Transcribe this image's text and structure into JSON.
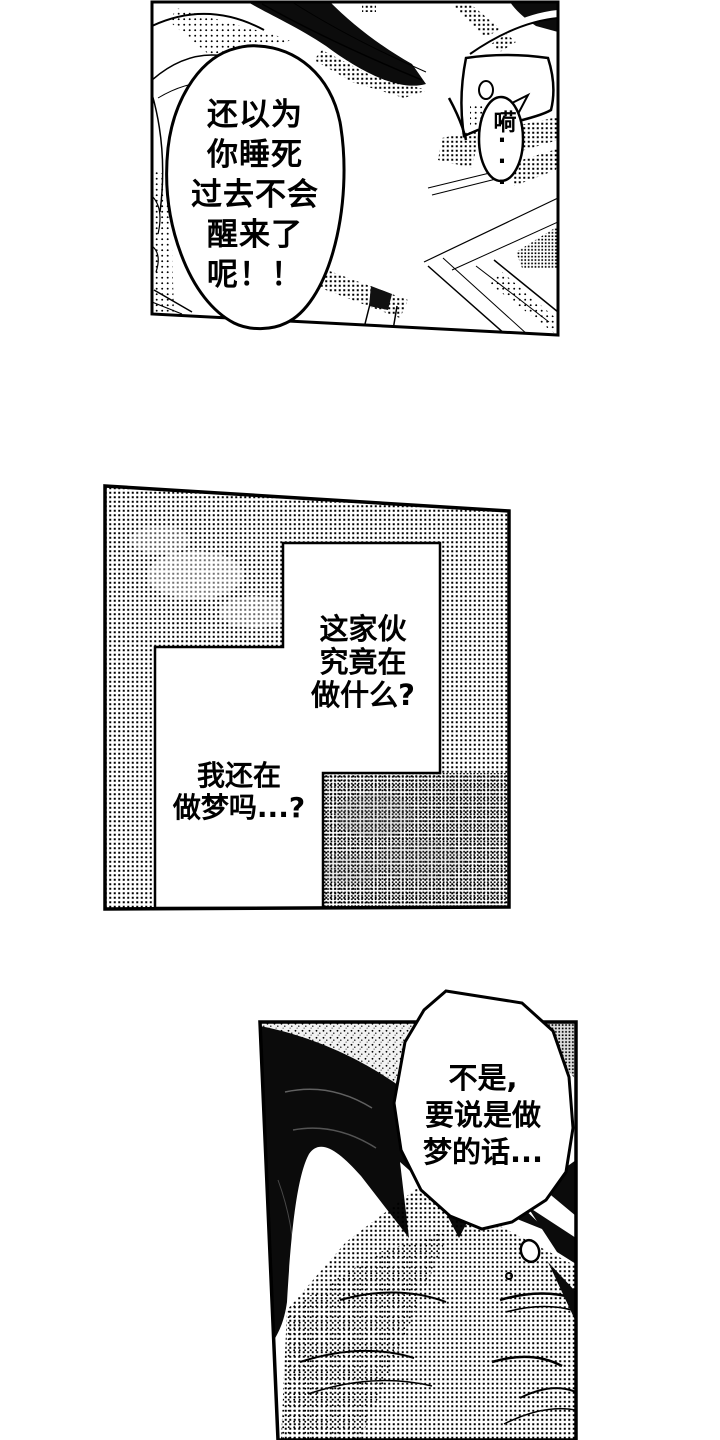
{
  "colors": {
    "ink": "#000000",
    "paper": "#ffffff"
  },
  "panels": {
    "panel1": {
      "speech": {
        "lines": [
          "还以为",
          "你睡死",
          "过去不会",
          "醒来了",
          "呢！！"
        ]
      },
      "sfx": "嗬···"
    },
    "panel2": {
      "monologue_top": {
        "lines": [
          "这家伙",
          "究竟在",
          "做什么?"
        ]
      },
      "monologue_bottom": {
        "lines": [
          "我还在",
          "做梦吗...?"
        ]
      }
    },
    "panel3": {
      "speech": {
        "lines": [
          "不是,",
          "要说是做",
          "梦的话..."
        ]
      }
    }
  }
}
